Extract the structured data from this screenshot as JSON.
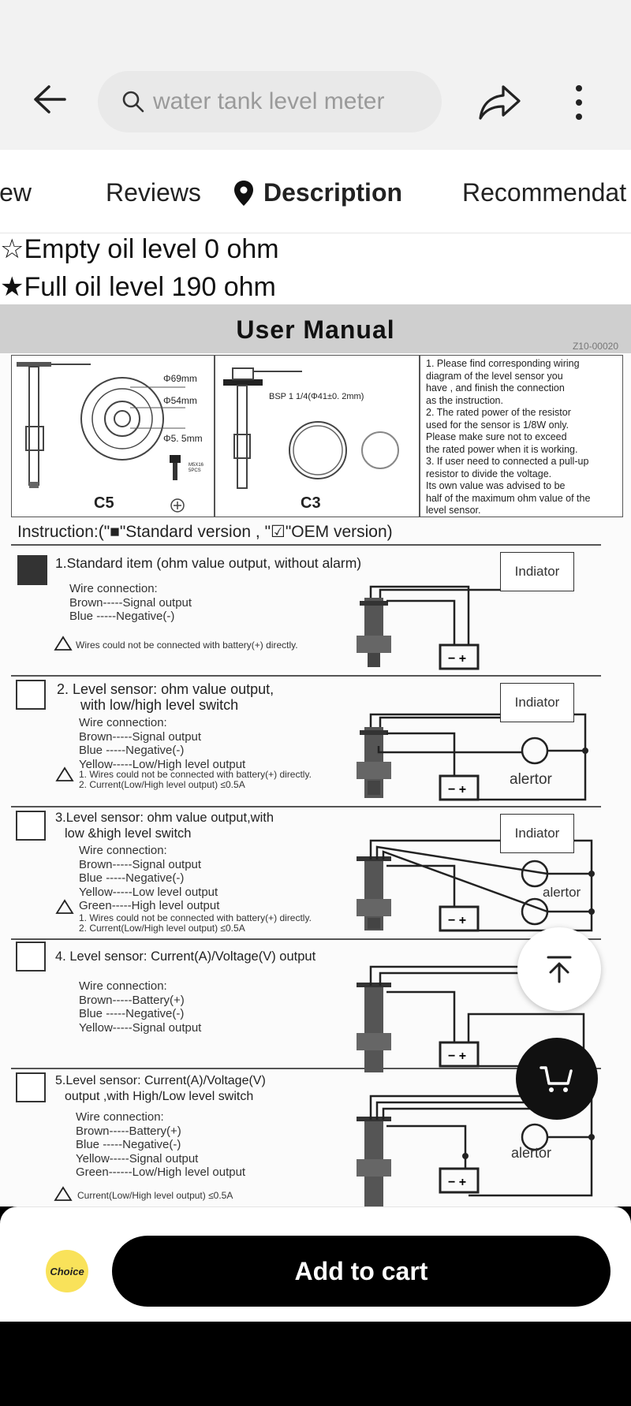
{
  "search": {
    "placeholder": "water tank level meter"
  },
  "tabs": [
    {
      "label": "iew"
    },
    {
      "label": "Reviews"
    },
    {
      "label": "Description"
    },
    {
      "label": "Recommendat"
    }
  ],
  "specs": {
    "empty": "☆Empty oil level 0 ohm",
    "full": "★Full oil level 190 ohm"
  },
  "manual": {
    "title": "User Manual",
    "code": "Z10-00020",
    "c5": {
      "label": "C5",
      "d1": "Φ69mm",
      "d2": "Φ54mm",
      "d3": "Φ5. 5mm",
      "screw": "M5X16 5PCS"
    },
    "c3": {
      "label": "C3",
      "thread": "BSP 1 1/4(Φ41±0. 2mm)"
    },
    "notes": [
      "1. Please find corresponding wiring",
      "    diagram of the level sensor you",
      "    have , and finish the connection",
      "    as the instruction.",
      "2. The rated power of the resistor",
      "    used for the sensor is 1/8W only.",
      "    Please make sure not to exceed",
      "    the rated power when it is working.",
      "3. If user need to connected a pull-up",
      "    resistor to divide the voltage.",
      "    Its own value was advised to be",
      "    half of the maximum ohm value of the",
      "    level sensor."
    ],
    "instruction": "Instruction:(\"■\"Standard version , \"☑\"OEM version)",
    "indicator": "Indiator",
    "alertor": "alertor",
    "sections": [
      {
        "title1": "1.Standard item (ohm value output, without alarm)",
        "title2": "",
        "wires": [
          "Wire connection:",
          "Brown-----Signal output",
          "Blue -----Negative(-)"
        ],
        "warn": [
          "Wires could not be connected with battery(+) directly."
        ]
      },
      {
        "title1": "2.  Level sensor: ohm value output,",
        "title2": "with low/high level switch",
        "wires": [
          "Wire connection:",
          "Brown-----Signal output",
          "Blue -----Negative(-)",
          "Yellow-----Low/High level output"
        ],
        "warn": [
          "1.  Wires could not be connected with battery(+) directly.",
          "2.  Current(Low/High level output) ≤0.5A"
        ]
      },
      {
        "title1": "3.Level sensor: ohm value output,with",
        "title2": "low &high level switch",
        "wires": [
          "Wire connection:",
          "Brown-----Signal output",
          "Blue -----Negative(-)",
          "Yellow-----Low level output",
          "Green-----High level output"
        ],
        "warn": [
          "1.  Wires could not be connected with battery(+) directly.",
          "2.  Current(Low/High level output) ≤0.5A"
        ]
      },
      {
        "title1": "4. Level sensor: Current(A)/Voltage(V) output",
        "title2": "",
        "wires": [
          "Wire connection:",
          "Brown-----Battery(+)",
          "Blue -----Negative(-)",
          "Yellow-----Signal output"
        ],
        "warn": []
      },
      {
        "title1": "5.Level sensor: Current(A)/Voltage(V)",
        "title2": "output ,with High/Low level switch",
        "wires": [
          "Wire connection:",
          "Brown-----Battery(+)",
          "Blue -----Negative(-)",
          "Yellow-----Signal output",
          "Green------Low/High level output"
        ],
        "warn": [
          "Current(Low/High level output) ≤0.5A"
        ]
      }
    ]
  },
  "bottom": {
    "choice": "Choice",
    "add_to_cart": "Add to cart"
  },
  "colors": {
    "top_bar": "#f2f2f2",
    "search_bg": "#e9e9e9",
    "choice_yellow": "#f9e25a",
    "button_black": "#000000"
  }
}
